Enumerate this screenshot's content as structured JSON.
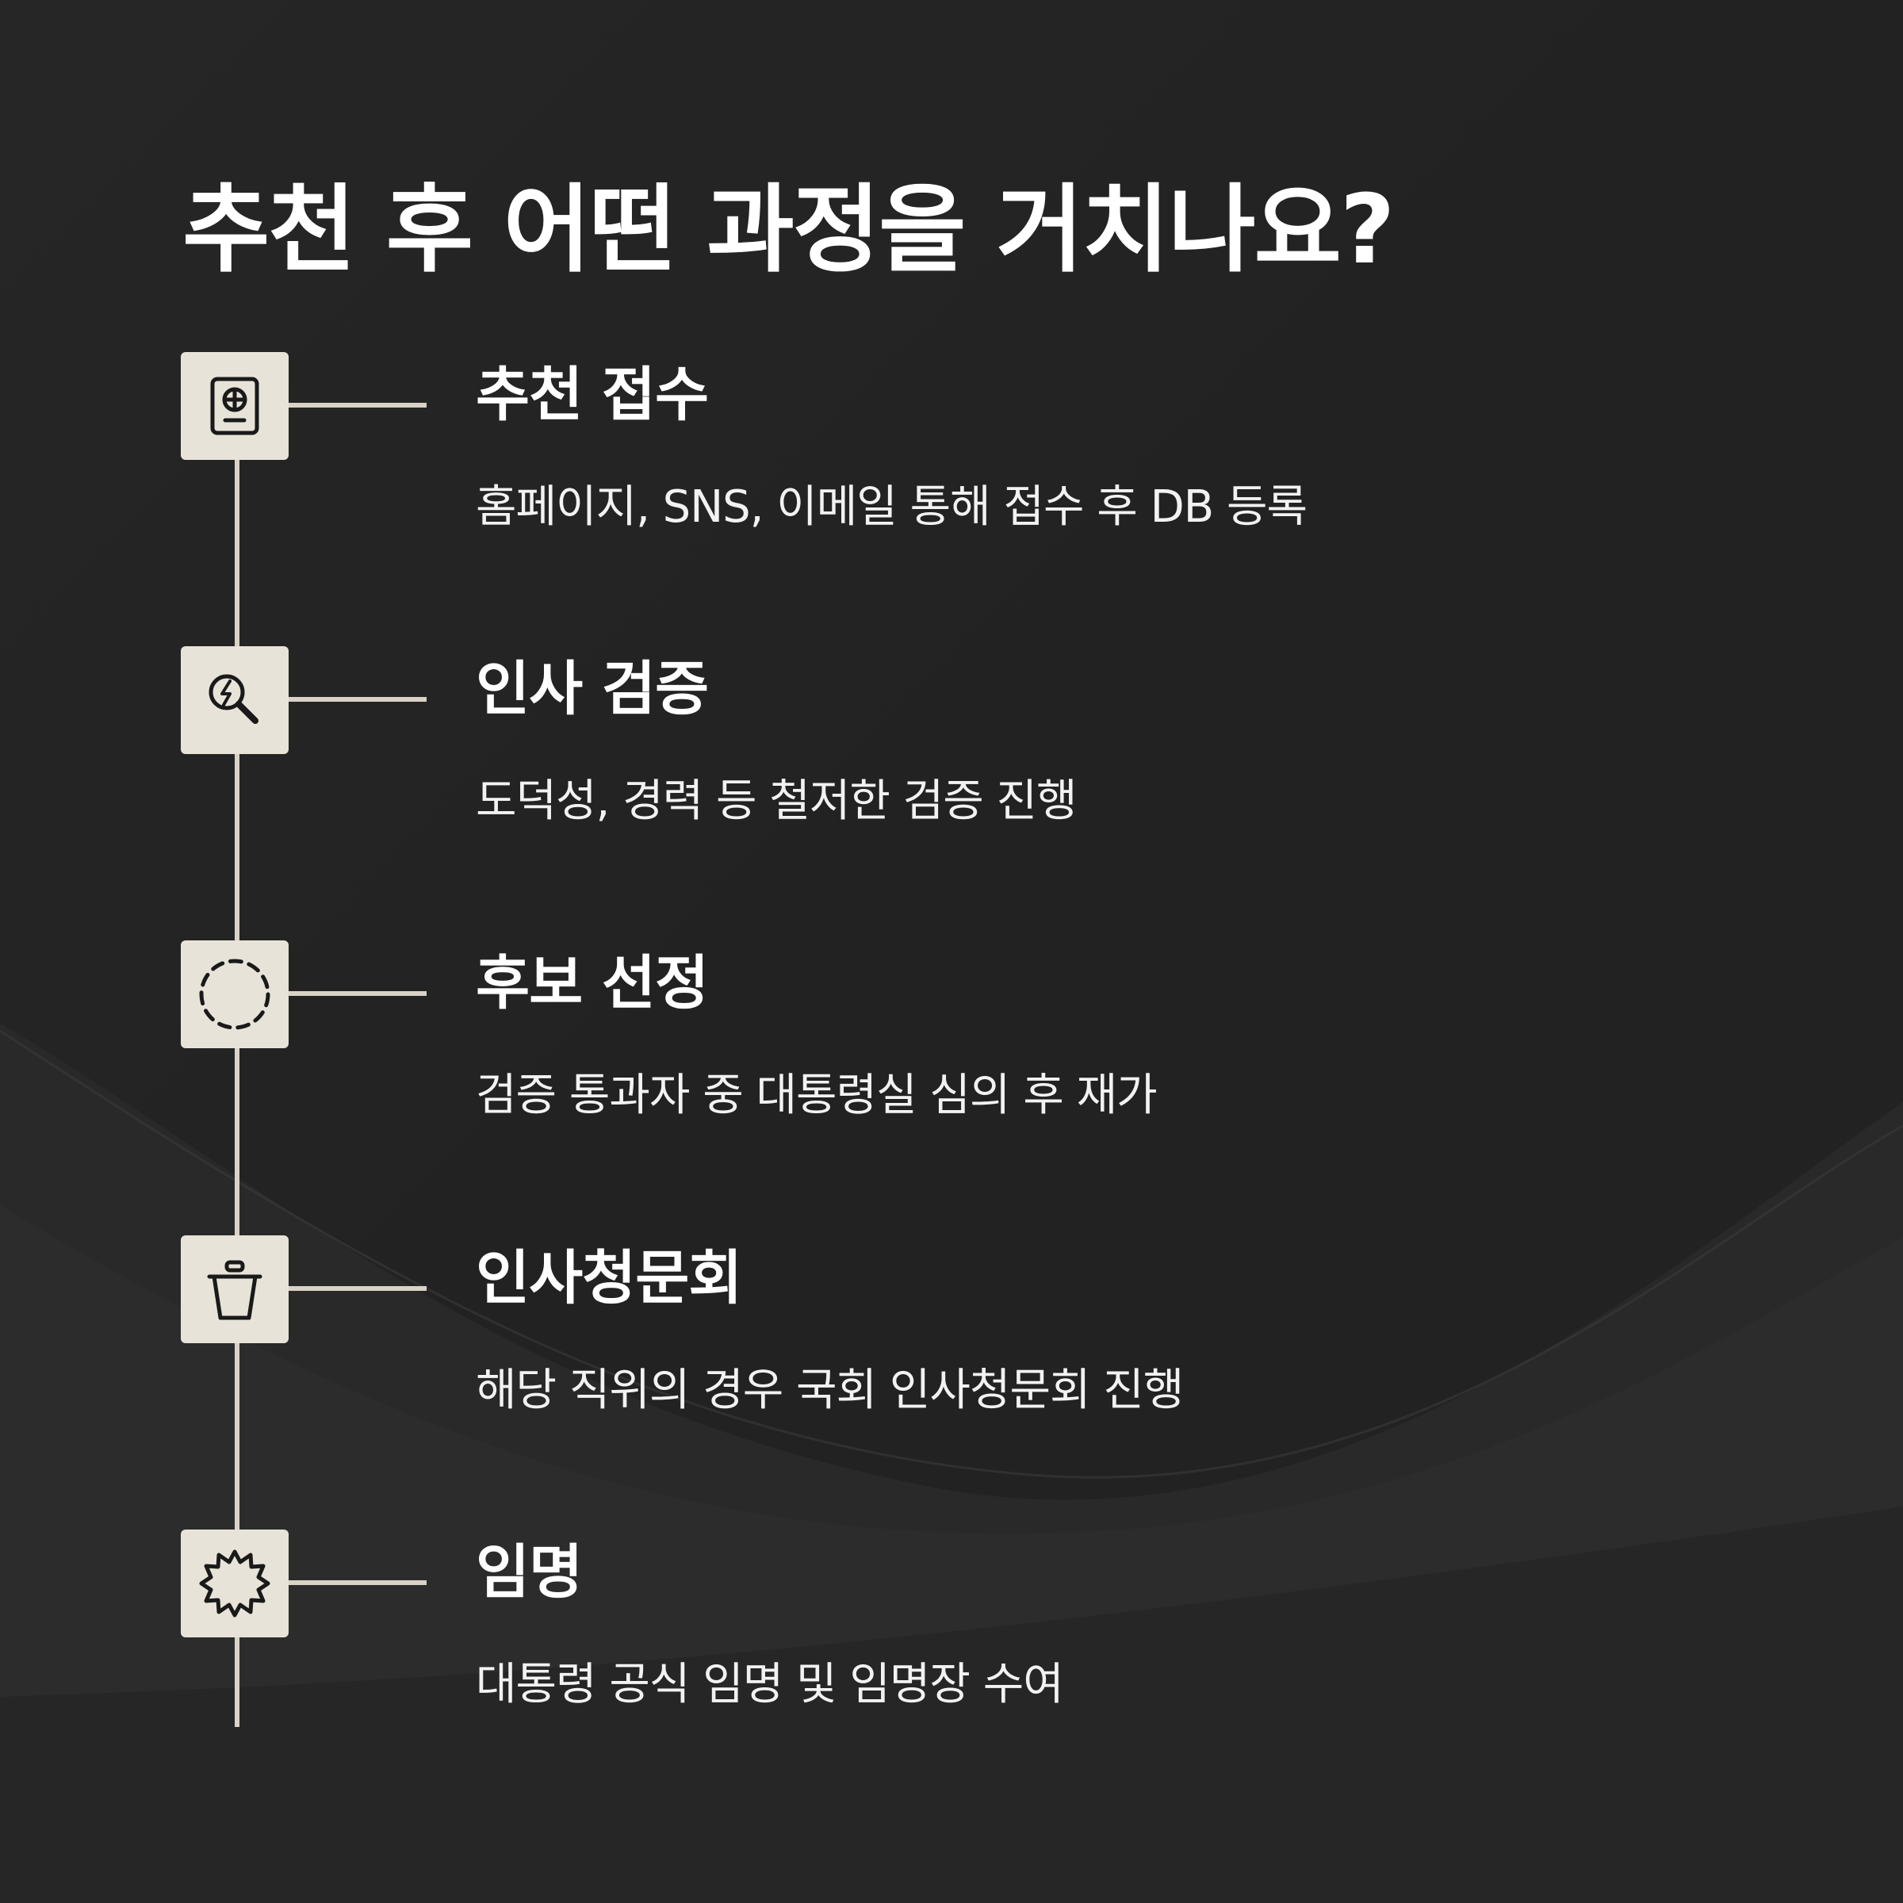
{
  "title": "추천 후 어떤 과정을 거치나요?",
  "colors": {
    "background": "#242424",
    "icon_box": "#e8e3d8",
    "line": "#d9d3c7",
    "text": "#ffffff"
  },
  "steps": [
    {
      "title": "추천 접수",
      "description": "홈페이지, SNS, 이메일 통해 접수 후 DB 등록",
      "icon": "passport-globe-icon"
    },
    {
      "title": "인사 검증",
      "description": "도덕성, 경력 등 철저한 검증 진행",
      "icon": "search-lightning-icon"
    },
    {
      "title": "후보 선정",
      "description": "검증 통과자 중 대통령실 심의 후 재가",
      "icon": "dashed-circle-icon"
    },
    {
      "title": "인사청문회",
      "description": "해당 직위의 경우 국회 인사청문회 진행",
      "icon": "bucket-icon"
    },
    {
      "title": "임명",
      "description": "대통령 공식 임명 및 임명장 수여",
      "icon": "badge-seal-icon"
    }
  ]
}
